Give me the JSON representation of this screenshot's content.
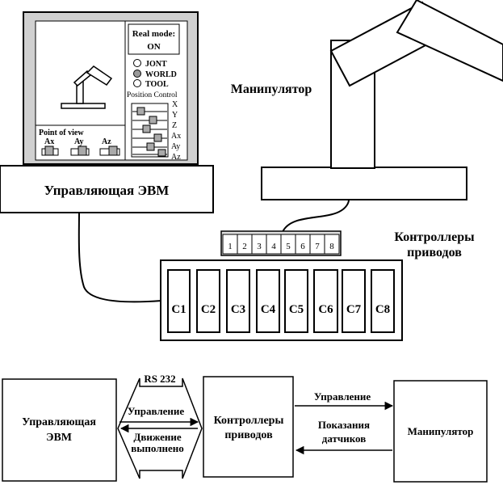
{
  "screen": {
    "real_mode_line1": "Real mode:",
    "real_mode_line2": "ON",
    "modes": [
      "JONT",
      "WORLD",
      "TOOL"
    ],
    "position_control": "Position Control",
    "axes": [
      "X",
      "Y",
      "Z",
      "Ax",
      "Ay",
      "Az"
    ],
    "point_of_view": "Point of view",
    "pov_axes": [
      "Ax",
      "Ay",
      "Az"
    ]
  },
  "computer_label": "Управляющая  ЭВМ",
  "manipulator_label": "Манипулятор",
  "controllers_label_line1": "Контроллеры",
  "controllers_label_line2": "приводов",
  "connector_pins": [
    "1",
    "2",
    "3",
    "4",
    "5",
    "6",
    "7",
    "8"
  ],
  "controller_cards": [
    "C1",
    "C2",
    "C3",
    "C4",
    "C5",
    "C6",
    "C7",
    "C8"
  ],
  "block": {
    "computer_line1": "Управляющая",
    "computer_line2": "ЭВМ",
    "rs232": "RS 232",
    "upr_left": "Управление",
    "done_line1": "Движение",
    "done_line2": "выполнено",
    "controllers_line1": "Контроллеры",
    "controllers_line2": "приводов",
    "upr_right": "Управление",
    "sensors_line1": "Показания",
    "sensors_line2": "датчиков",
    "manipulator": "Манипулятор"
  }
}
